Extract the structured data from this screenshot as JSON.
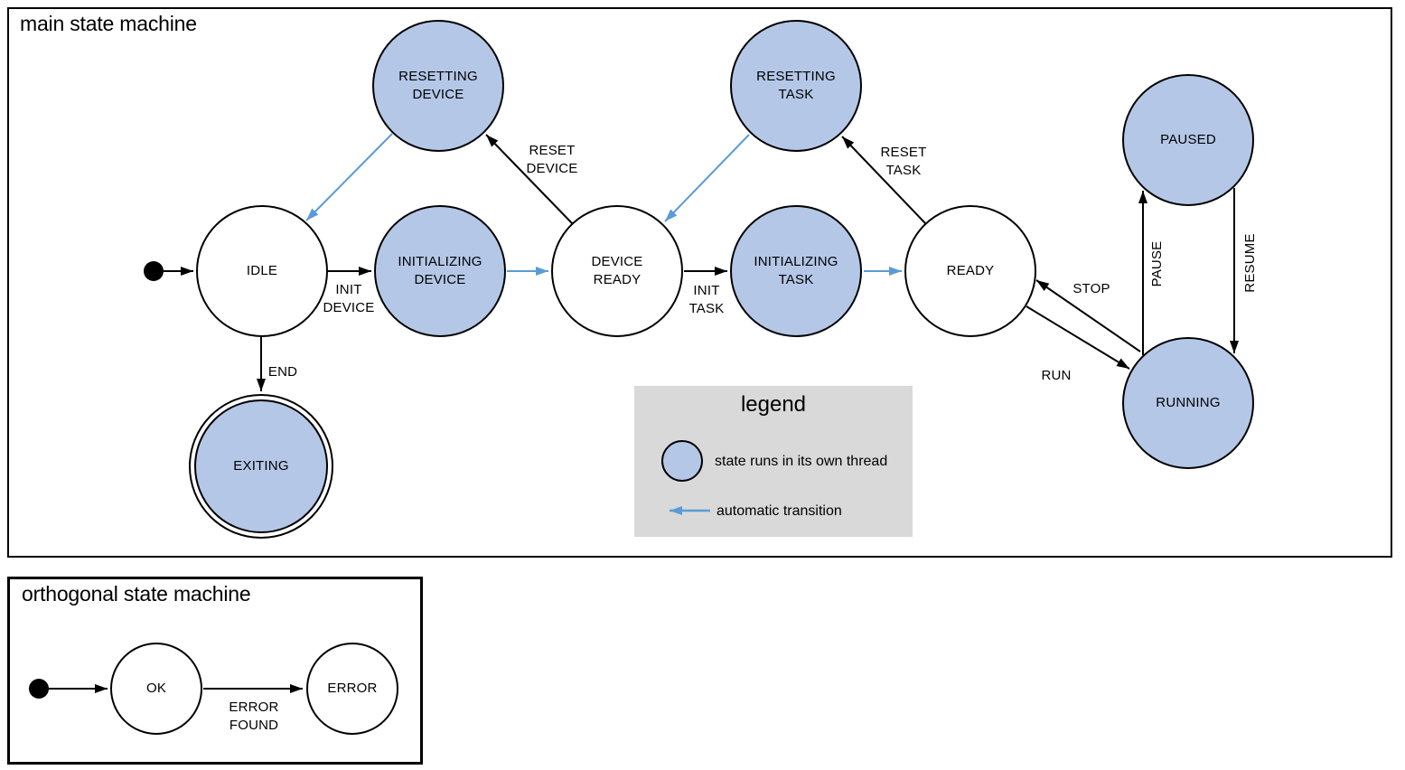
{
  "colors": {
    "threaded_state_fill": "#b4c7e7",
    "state_stroke": "#000000",
    "normal_transition_arrow": "#000000",
    "automatic_transition_arrow": "#5b9bd5",
    "legend_background": "#d9d9d9",
    "canvas_background": "#ffffff"
  },
  "main_machine": {
    "title": "main state machine",
    "states": {
      "idle": {
        "label": "IDLE",
        "threaded": false
      },
      "resetting_device": {
        "label": "RESETTING\nDEVICE",
        "threaded": true
      },
      "initializing_device": {
        "label": "INITIALIZING\nDEVICE",
        "threaded": true
      },
      "device_ready": {
        "label": "DEVICE\nREADY",
        "threaded": false
      },
      "resetting_task": {
        "label": "RESETTING\nTASK",
        "threaded": true
      },
      "initializing_task": {
        "label": "INITIALIZING\nTASK",
        "threaded": true
      },
      "ready": {
        "label": "READY",
        "threaded": false
      },
      "paused": {
        "label": "PAUSED",
        "threaded": true
      },
      "running": {
        "label": "RUNNING",
        "threaded": true
      },
      "exiting": {
        "label": "EXITING",
        "threaded": true,
        "final": true
      }
    },
    "transitions": {
      "initial": {
        "label": "",
        "from": "start",
        "to": "IDLE",
        "automatic": false
      },
      "init_device": {
        "label": "INIT\nDEVICE",
        "from": "IDLE",
        "to": "INITIALIZING DEVICE",
        "automatic": false
      },
      "initializing_device_done": {
        "label": "",
        "from": "INITIALIZING DEVICE",
        "to": "DEVICE READY",
        "automatic": true
      },
      "reset_device": {
        "label": "RESET\nDEVICE",
        "from": "DEVICE READY",
        "to": "RESETTING DEVICE",
        "automatic": false
      },
      "resetting_device_done": {
        "label": "",
        "from": "RESETTING DEVICE",
        "to": "IDLE",
        "automatic": true
      },
      "init_task": {
        "label": "INIT\nTASK",
        "from": "DEVICE READY",
        "to": "INITIALIZING TASK",
        "automatic": false
      },
      "initializing_task_done": {
        "label": "",
        "from": "INITIALIZING TASK",
        "to": "READY",
        "automatic": true
      },
      "reset_task": {
        "label": "RESET\nTASK",
        "from": "READY",
        "to": "RESETTING TASK",
        "automatic": false
      },
      "resetting_task_done": {
        "label": "",
        "from": "RESETTING TASK",
        "to": "DEVICE READY",
        "automatic": true
      },
      "run": {
        "label": "RUN",
        "from": "READY",
        "to": "RUNNING",
        "automatic": false
      },
      "stop": {
        "label": "STOP",
        "from": "RUNNING",
        "to": "READY",
        "automatic": false
      },
      "pause": {
        "label": "PAUSE",
        "from": "RUNNING",
        "to": "PAUSED",
        "automatic": false
      },
      "resume": {
        "label": "RESUME",
        "from": "PAUSED",
        "to": "RUNNING",
        "automatic": false
      },
      "end": {
        "label": "END",
        "from": "IDLE",
        "to": "EXITING",
        "automatic": false
      }
    }
  },
  "legend": {
    "title": "legend",
    "threaded_item_label": "state runs in its own thread",
    "automatic_item_label": "automatic transition"
  },
  "orthogonal_machine": {
    "title": "orthogonal state machine",
    "states": {
      "ok": {
        "label": "OK",
        "threaded": false
      },
      "error": {
        "label": "ERROR",
        "threaded": false
      }
    },
    "transitions": {
      "initial": {
        "label": "",
        "from": "start",
        "to": "OK",
        "automatic": false
      },
      "error_found": {
        "label": "ERROR\nFOUND",
        "from": "OK",
        "to": "ERROR",
        "automatic": false
      }
    }
  }
}
